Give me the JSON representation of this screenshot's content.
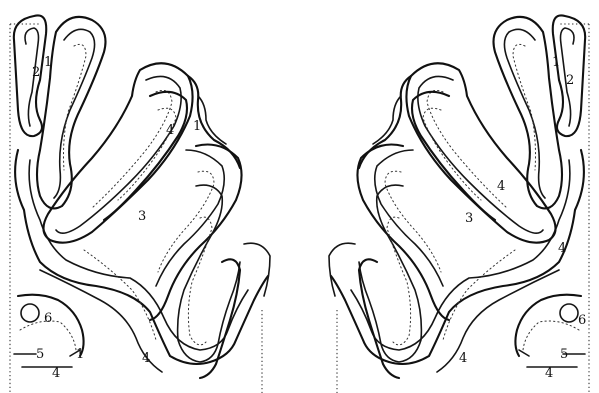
{
  "figure": {
    "left_panel": {
      "labels": {
        "a": "2",
        "b": "1",
        "c": "4",
        "d": "1",
        "e": "3",
        "f": "6",
        "g": "4",
        "h": "5",
        "i": "4",
        "j": "1"
      }
    },
    "right_panel": {
      "labels": {
        "a": "1",
        "b": "2",
        "c": "4",
        "d": "3",
        "e": "4",
        "f": "6",
        "g": "4",
        "h": "5",
        "i": "4"
      }
    }
  }
}
